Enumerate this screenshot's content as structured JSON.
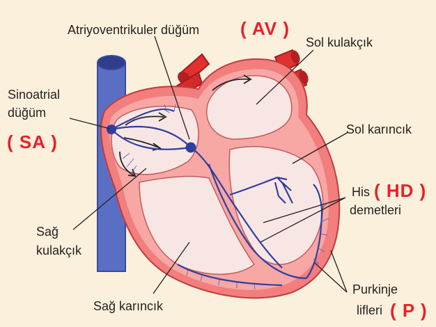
{
  "labels": {
    "av_node": "Atriyoventrikuler düğüm",
    "av_abbr": "( AV )",
    "left_atrium": "Sol kulakçık",
    "sa_node_line1": "Sinoatrial",
    "sa_node_line2": "düğüm",
    "sa_abbr": "( SA )",
    "left_ventricle": "Sol karıncık",
    "his_line1": "His",
    "his_abbr": "( HD )",
    "his_line2": "demetleri",
    "right_atrium_line1": "Sağ",
    "right_atrium_line2": "kulakçık",
    "purkinje_line1": "Purkinje",
    "purkinje_line2": "lifleri",
    "purkinje_abbr": "( P )",
    "right_ventricle": "Sağ karıncık"
  },
  "colors": {
    "background": "#fbf0dc",
    "muscle": "#f27e7e",
    "muscle_inner": "#f7a7a4",
    "chamber": "#f8e6e4",
    "vessel_red": "#e0302f",
    "vein_blue": "#5a6fc4",
    "conduction": "#2f3f9f",
    "accent_label": "#e8202a"
  }
}
